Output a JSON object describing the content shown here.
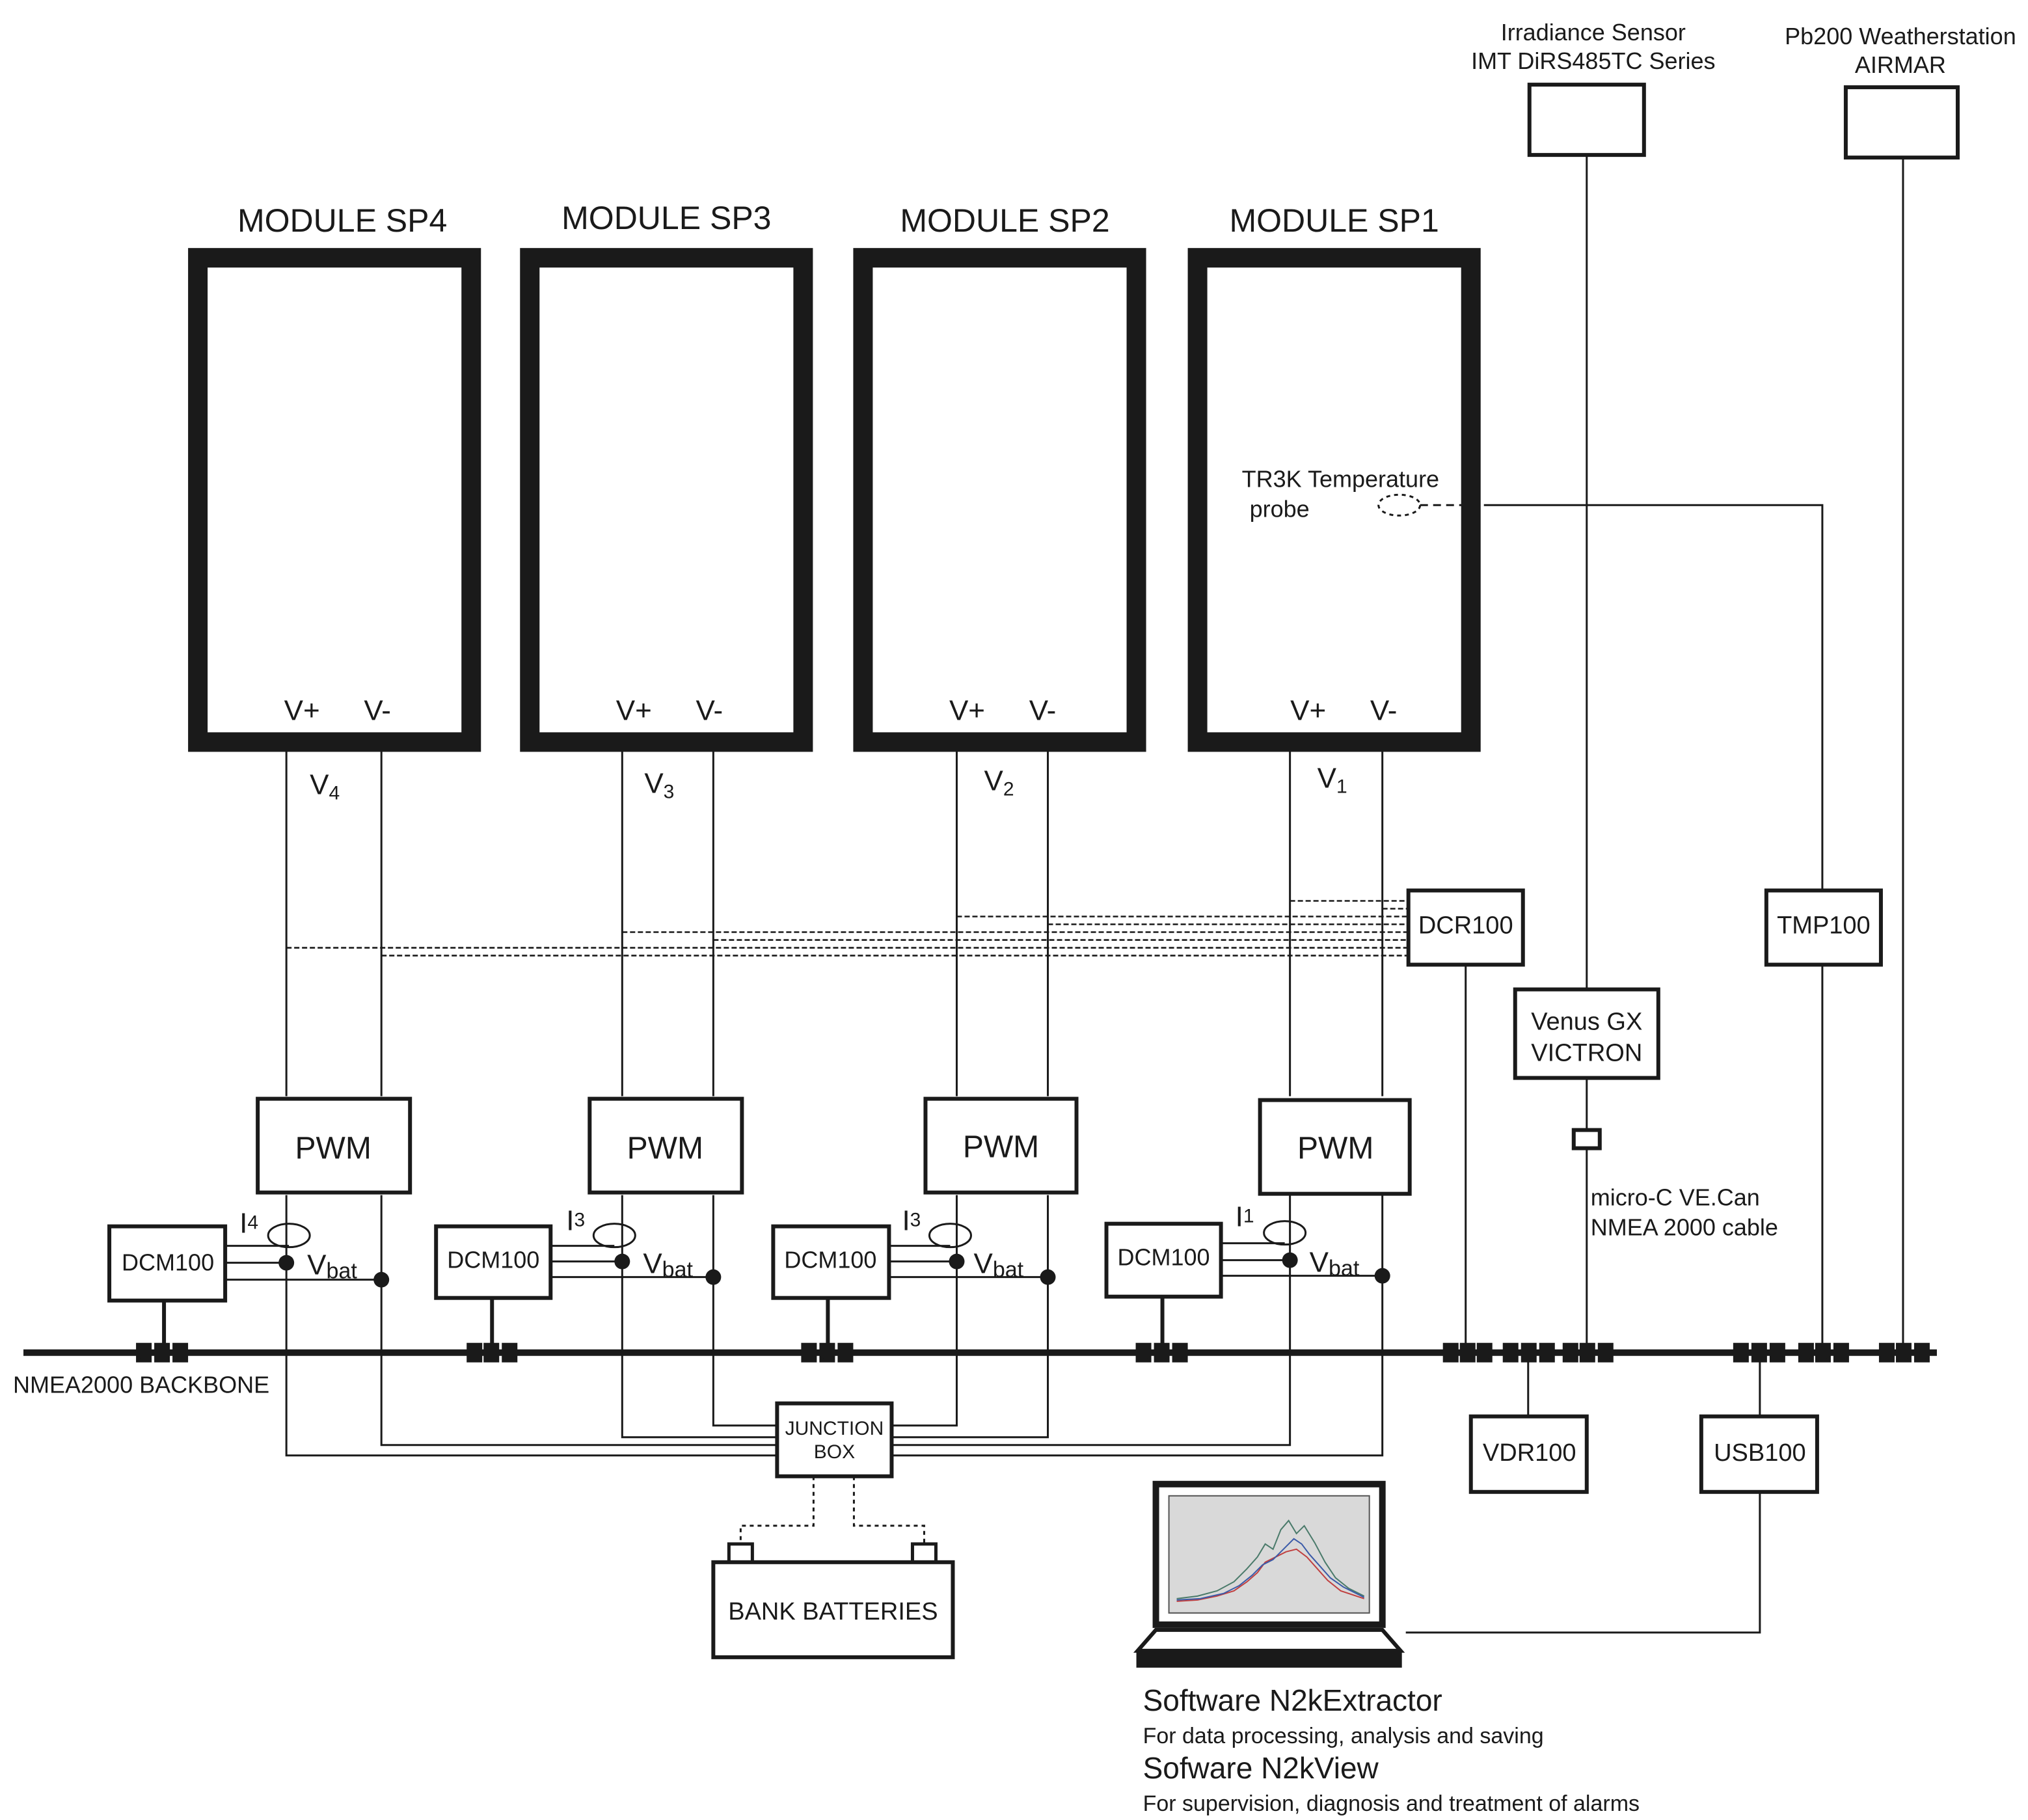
{
  "colors": {
    "ink": "#1a1a1a",
    "background": "#ffffff",
    "screen": "#d9d9d9"
  },
  "modules": [
    {
      "title": "MODULE SP4",
      "vplus": "V+",
      "vminus": "V-",
      "v": "V",
      "vsub": "4",
      "pwm": "PWM",
      "dcm": "DCM100",
      "i": "I",
      "isub": "4",
      "vbat": "V",
      "vbatsub": "bat"
    },
    {
      "title": "MODULE SP3",
      "vplus": "V+",
      "vminus": "V-",
      "v": "V",
      "vsub": "3",
      "pwm": "PWM",
      "dcm": "DCM100",
      "i": "I",
      "isub": "3",
      "vbat": "V",
      "vbatsub": "bat"
    },
    {
      "title": "MODULE SP2",
      "vplus": "V+",
      "vminus": "V-",
      "v": "V",
      "vsub": "2",
      "pwm": "PWM",
      "dcm": "DCM100",
      "i": "I",
      "isub": "3",
      "vbat": "V",
      "vbatsub": "bat"
    },
    {
      "title": "MODULE SP1",
      "vplus": "V+",
      "vminus": "V-",
      "v": "V",
      "vsub": "1",
      "pwm": "PWM",
      "dcm": "DCM100",
      "i": "I",
      "isub": "1",
      "vbat": "V",
      "vbatsub": "bat"
    }
  ],
  "probe": {
    "line1": "TR3K Temperature",
    "line2": "probe"
  },
  "irradiance": {
    "line1": "Irradiance Sensor",
    "line2": "IMT DiRS485TC Series"
  },
  "weather": {
    "line1": "Pb200 Weatherstation",
    "line2": "AIRMAR"
  },
  "devices": {
    "dcr": "DCR100",
    "tmp": "TMP100",
    "venus_line1": "Venus GX",
    "venus_line2": "VICTRON",
    "vdr": "VDR100",
    "usb": "USB100",
    "junction_line1": "JUNCTION",
    "junction_line2": "BOX",
    "batteries": "BANK BATTERIES"
  },
  "cable": {
    "line1": "micro-C VE.Can",
    "line2": "NMEA 2000 cable"
  },
  "backbone_label": "NMEA2000 BACKBONE",
  "software": {
    "title1": "Software N2kExtractor",
    "desc1": "For data processing, analysis and saving",
    "title2": "Sofware N2kView",
    "desc2": "For supervision, diagnosis and treatment of alarms"
  }
}
